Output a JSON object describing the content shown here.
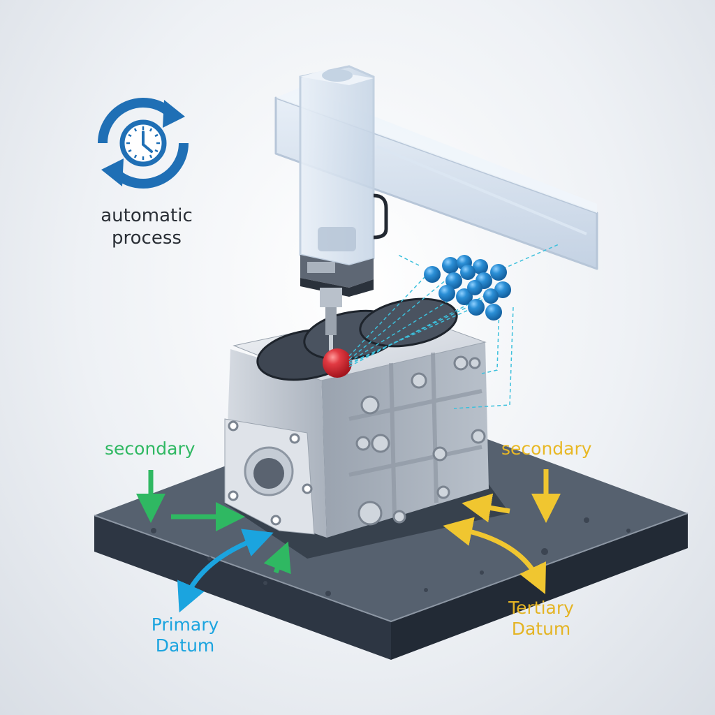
{
  "diagram": {
    "subject": "Coordinate measuring machine probing an engine block on a granite surface plate",
    "automatic_process": {
      "icon": "clock-with-cycle-arrows-icon",
      "label_line1": "automatic",
      "label_line2": "process",
      "color": "#1f6fb5"
    },
    "datums": {
      "secondary_left": {
        "label": "secondary",
        "color": "#2fb862"
      },
      "secondary_right": {
        "label": "secondary",
        "color": "#e8b825"
      },
      "primary": {
        "label_line1": "Primary",
        "label_line2": "Datum",
        "color": "#1ba4df"
      },
      "tertiary": {
        "label_line1": "Tertiary",
        "label_line2": "Datum",
        "color": "#e4b424"
      }
    },
    "components": {
      "cmm_gantry": "transparent-arm",
      "probe_tip_color": "#d8262f",
      "point_cloud_color": "#2b8fd6",
      "scan_lines_color": "#3cc0dc",
      "surface_plate_color": "#4a5566"
    }
  }
}
